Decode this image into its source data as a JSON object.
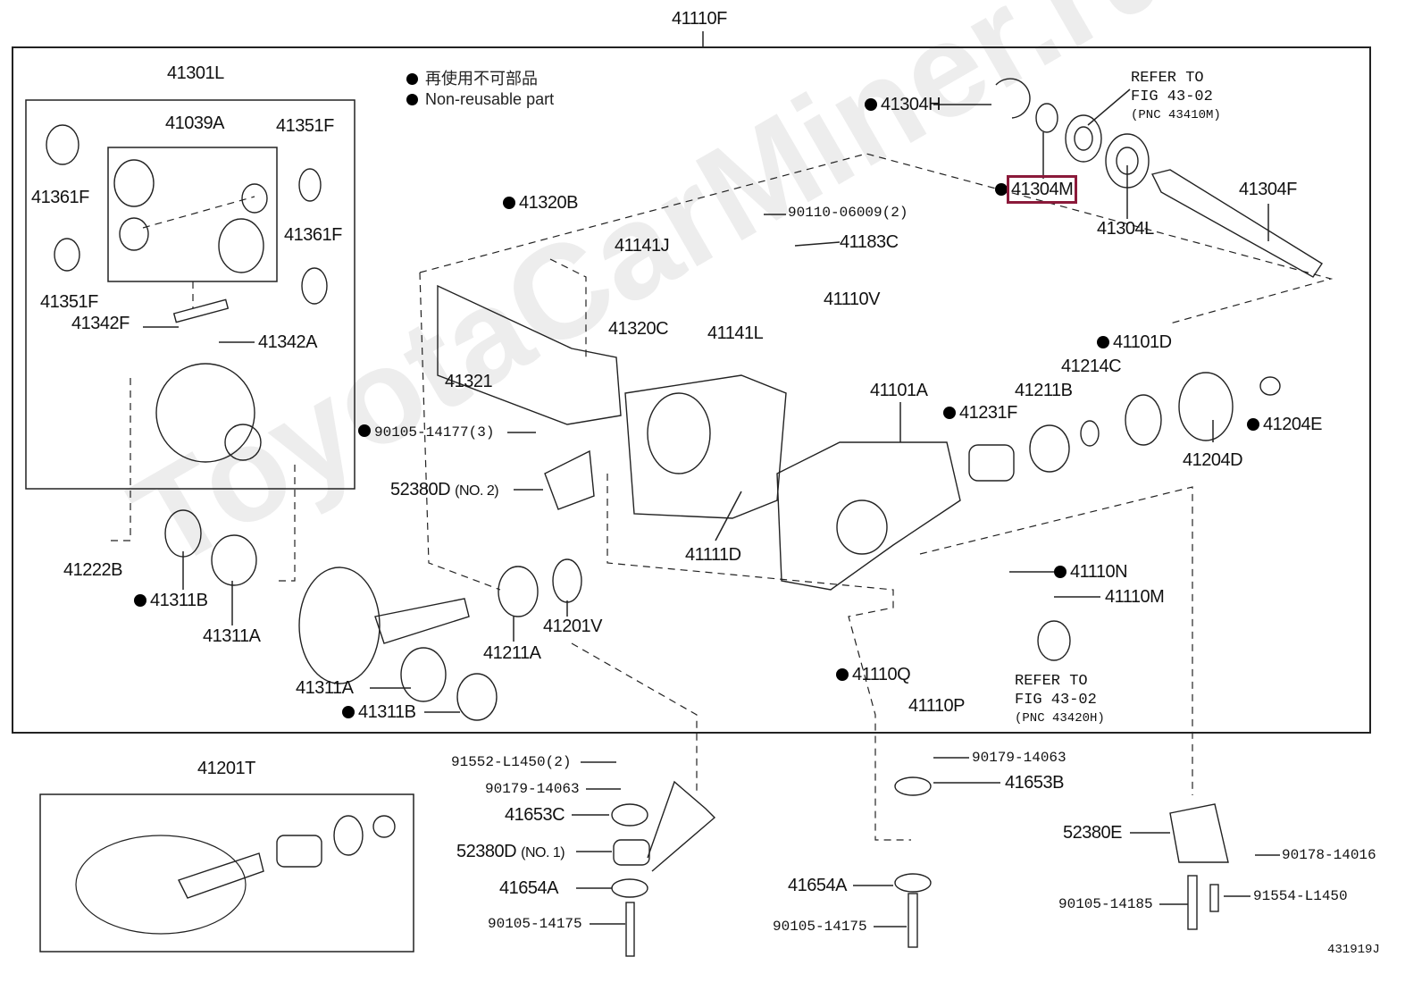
{
  "watermark": "ToyotaCarMiner.ru",
  "highlight_color": "#8b1a3a",
  "legend": {
    "jp": "再使用不可部品",
    "en": "Non-reusable part"
  },
  "figure_id": "431919J",
  "refs": [
    {
      "l1": "REFER TO",
      "l2": "FIG 43-02",
      "l3": "(PNC 43410M)"
    },
    {
      "l1": "REFER TO",
      "l2": "FIG 43-02",
      "l3": "(PNC 43420H)"
    }
  ],
  "labels": {
    "p41110F": "41110F",
    "p41301L": "41301L",
    "p41039A": "41039A",
    "p41351F_a": "41351F",
    "p41361F_a": "41361F",
    "p41361F_b": "41361F",
    "p41351F_b": "41351F",
    "p41342F": "41342F",
    "p41342A": "41342A",
    "p41304H": "41304H",
    "p41304M": "41304M",
    "p41304F": "41304F",
    "p41304L": "41304L",
    "p41320B": "41320B",
    "p90110": "90110-06009(2)",
    "p41183C": "41183C",
    "p41141J": "41141J",
    "p41110V": "41110V",
    "p41320C": "41320C",
    "p41141L": "41141L",
    "p41101D": "41101D",
    "p41214C": "41214C",
    "p41211B": "41211B",
    "p41101A": "41101A",
    "p41231F": "41231F",
    "p41204E": "41204E",
    "p41204D": "41204D",
    "p41321": "41321",
    "p90105_14177": "90105-14177(3)",
    "p52380D2": "52380D",
    "p52380D2_note": "(NO. 2)",
    "p41111D": "41111D",
    "p41110N": "41110N",
    "p41110M": "41110M",
    "p41222B": "41222B",
    "p41311B_a": "41311B",
    "p41311A_a": "41311A",
    "p41201V": "41201V",
    "p41211A": "41211A",
    "p41110Q": "41110Q",
    "p41110P": "41110P",
    "p41311A_b": "41311A",
    "p41311B_b": "41311B",
    "p41201T": "41201T",
    "p91552": "91552-L1450(2)",
    "p90179_a": "90179-14063",
    "p41653C": "41653C",
    "p52380D1": "52380D",
    "p52380D1_note": "(NO. 1)",
    "p41654A_a": "41654A",
    "p90105_14175_a": "90105-14175",
    "p90179_b": "90179-14063",
    "p41653B": "41653B",
    "p52380E": "52380E",
    "p90178": "90178-14016",
    "p41654A_b": "41654A",
    "p90105_14175_b": "90105-14175",
    "p90105_14185": "90105-14185",
    "p91554": "91554-L1450"
  }
}
